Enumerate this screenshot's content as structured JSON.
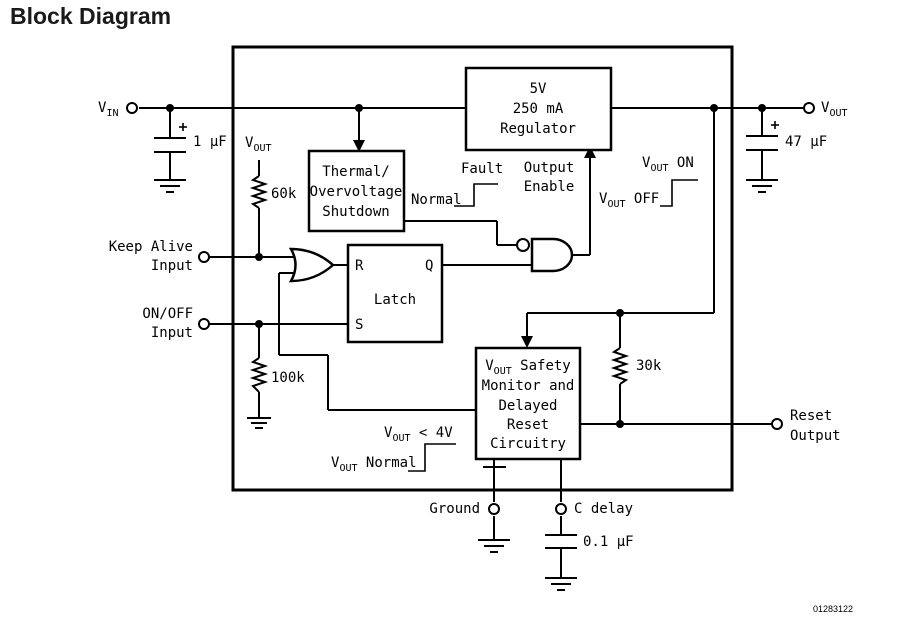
{
  "title": "Block Diagram",
  "figure_number": "01283122",
  "pins": {
    "vin": {
      "main": "V",
      "sub": "IN"
    },
    "vout": {
      "main": "V",
      "sub": "OUT"
    },
    "keep_alive": [
      "Keep Alive",
      "Input"
    ],
    "on_off": [
      "ON/OFF",
      "Input"
    ],
    "reset": [
      "Reset",
      "Output"
    ],
    "ground": "Ground",
    "cdelay": "C delay"
  },
  "components": {
    "c_in": "1 µF",
    "c_out": "47 µF",
    "c_delay": "0.1 µF",
    "r_pullup": "60k",
    "r_pulldown": "100k",
    "r_reset": "30k",
    "r_pullup_supply": {
      "main": "V",
      "sub": "OUT"
    }
  },
  "blocks": {
    "regulator": [
      "5V",
      "250 mA",
      "Regulator"
    ],
    "thermal": [
      "Thermal/",
      "Overvoltage",
      "Shutdown"
    ],
    "latch": {
      "name": "Latch",
      "r": "R",
      "s": "S",
      "q": "Q"
    },
    "safety": {
      "line1_main": "V",
      "line1_sub": "OUT",
      "line1_rest": " Safety",
      "lines": [
        "Monitor and",
        "Delayed",
        "Reset",
        "Circuitry"
      ]
    }
  },
  "annotations": {
    "fault": "Fault",
    "normal": "Normal",
    "output_enable": [
      "Output",
      "Enable"
    ],
    "vout_on": {
      "main": "V",
      "sub": "OUT",
      "rest": " ON"
    },
    "vout_off": {
      "main": "V",
      "sub": "OUT",
      "rest": " OFF"
    },
    "vout_lt4": {
      "main": "V",
      "sub": "OUT",
      "rest": " < 4V"
    },
    "vout_normal": {
      "main": "V",
      "sub": "OUT",
      "rest": " Normal"
    }
  }
}
